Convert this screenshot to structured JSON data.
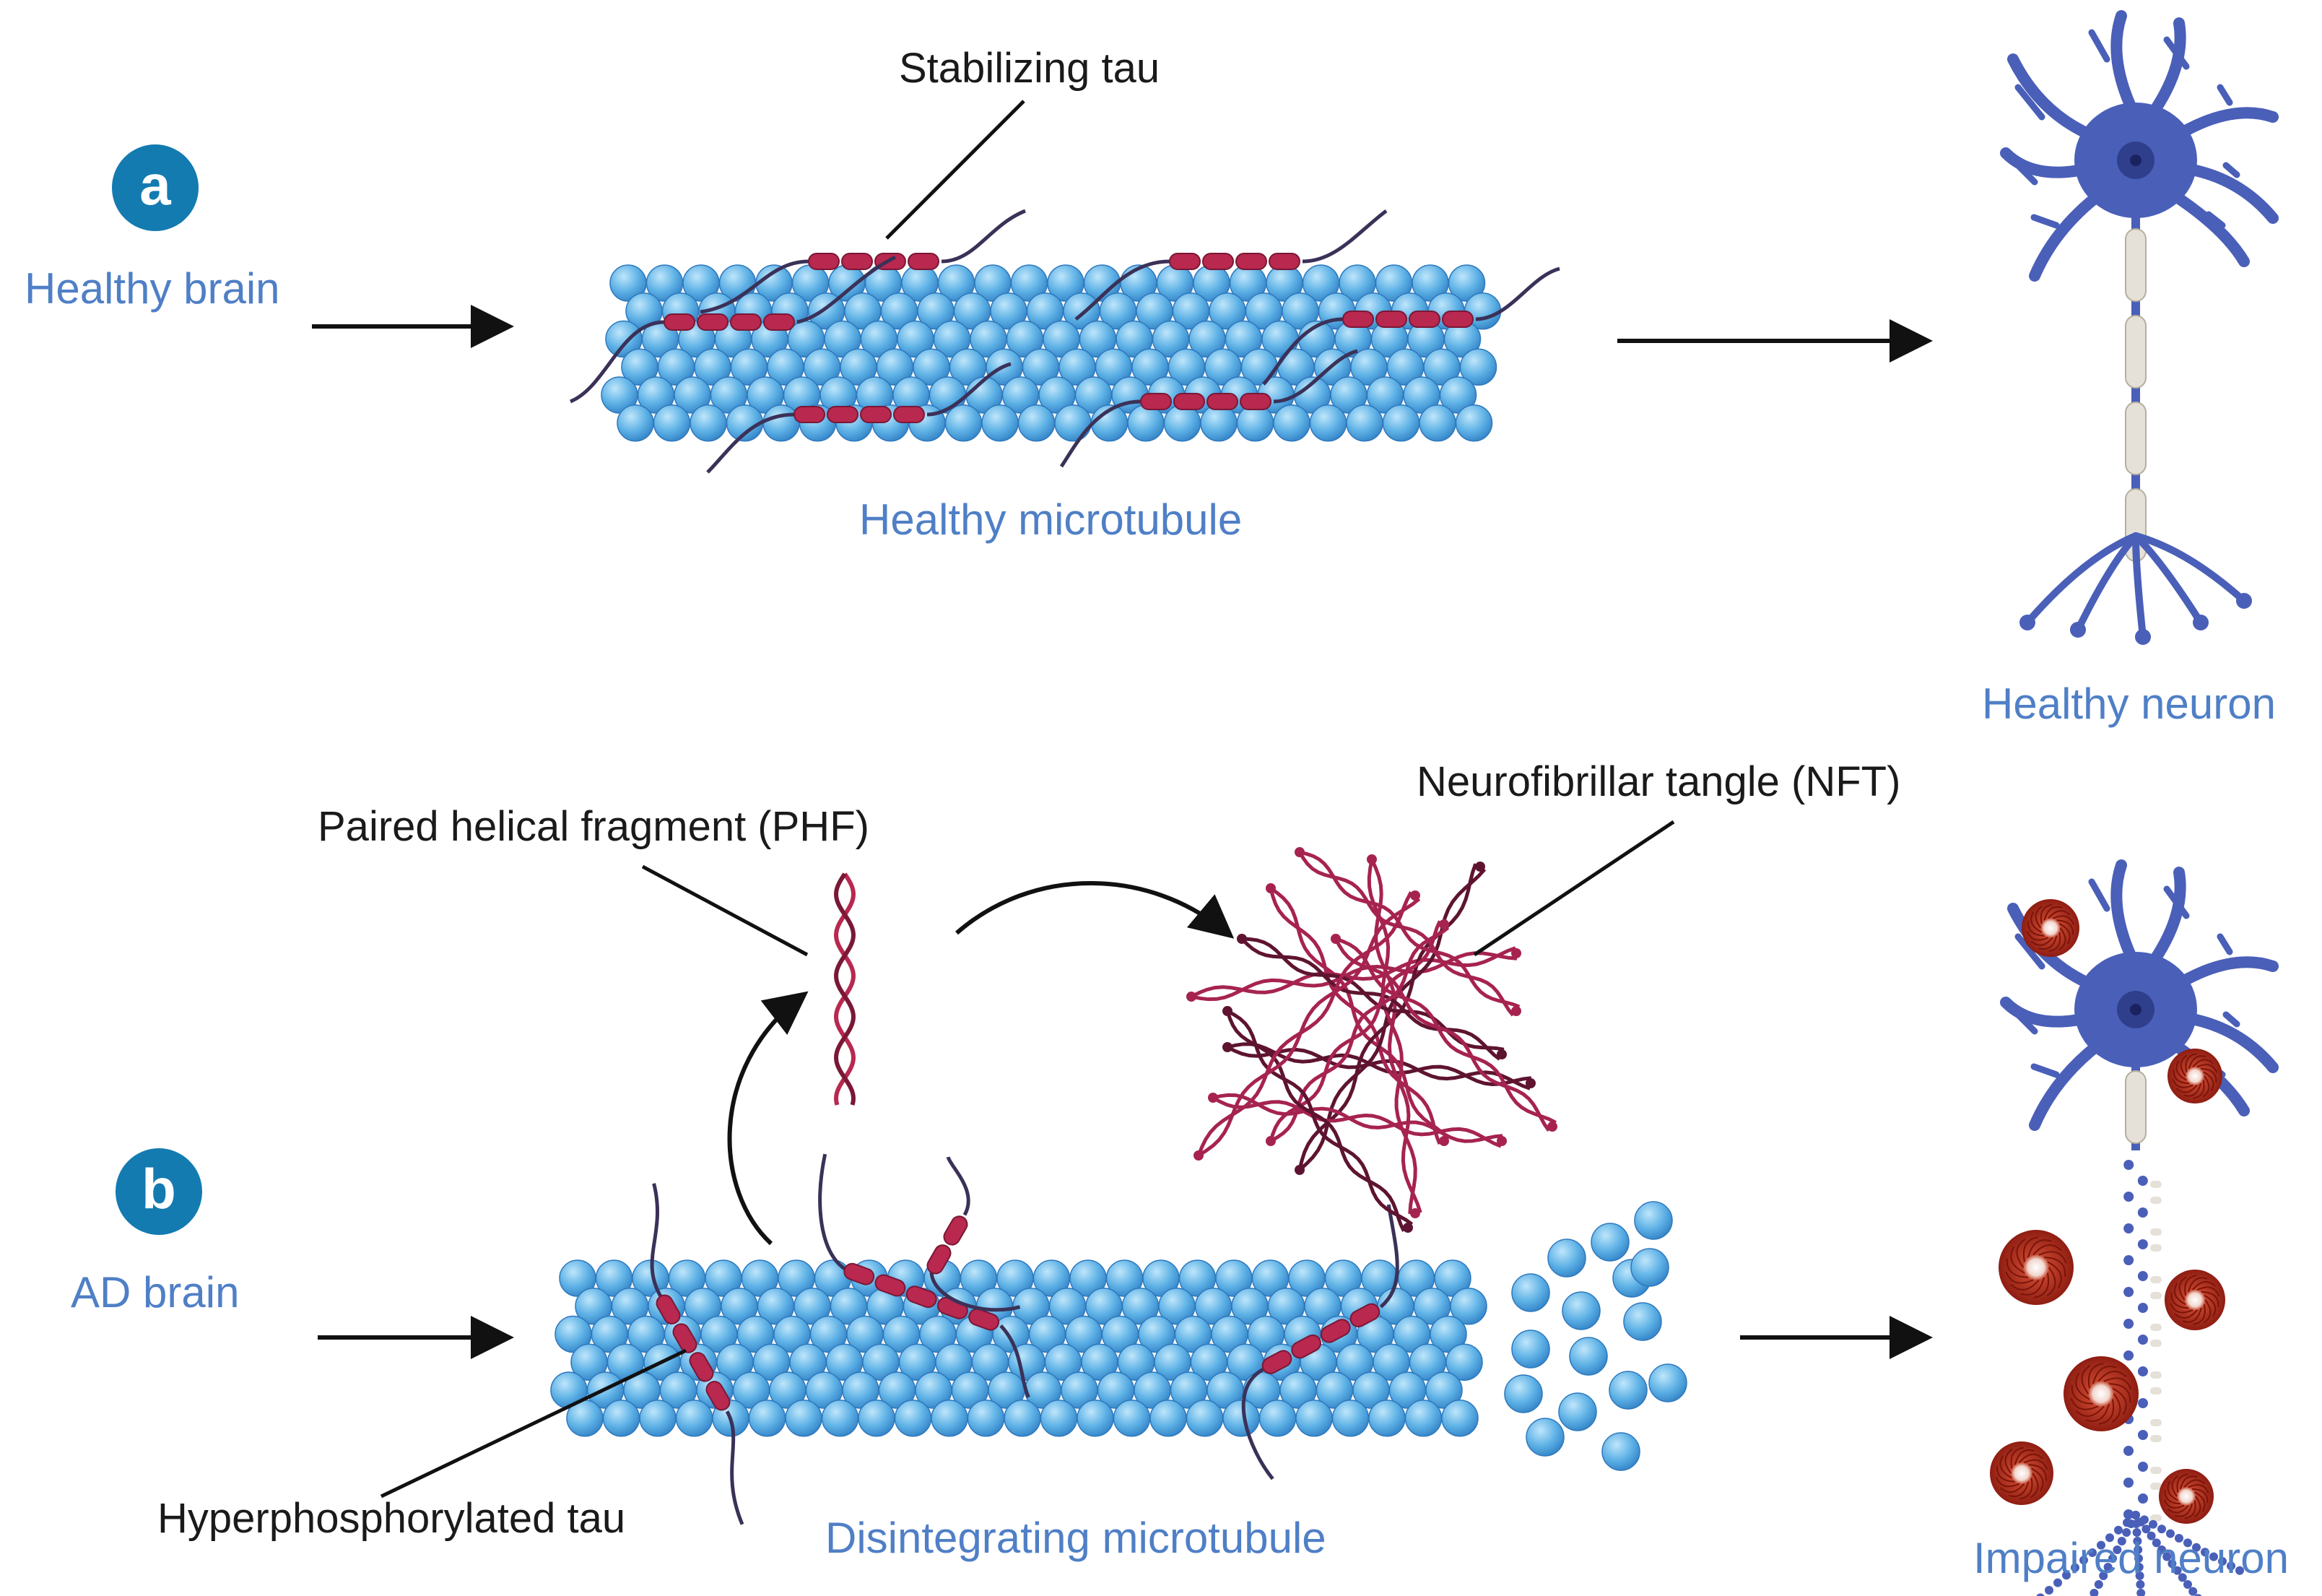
{
  "panel_a": {
    "badge": "a",
    "condition_label": "Healthy brain",
    "microtubule_label": "Healthy microtubule",
    "tau_label": "Stabilizing tau",
    "neuron_label": "Healthy neuron"
  },
  "panel_b": {
    "badge": "b",
    "condition_label": "AD brain",
    "microtubule_label": "Disintegrating microtubule",
    "tau_label": "Hyperphosphorylated tau",
    "phf_label": "Paired helical fragment (PHF)",
    "nft_label": "Neurofibrillar tangle (NFT)",
    "neuron_label": "Impaired neuron"
  },
  "colors": {
    "label_blue": "#4f7fc6",
    "badge_blue": "#137bb0",
    "tubulin": "#5fb2e6",
    "tau": "#b8284f",
    "neuron": "#4a5fb8",
    "plaque": "#b83020"
  }
}
